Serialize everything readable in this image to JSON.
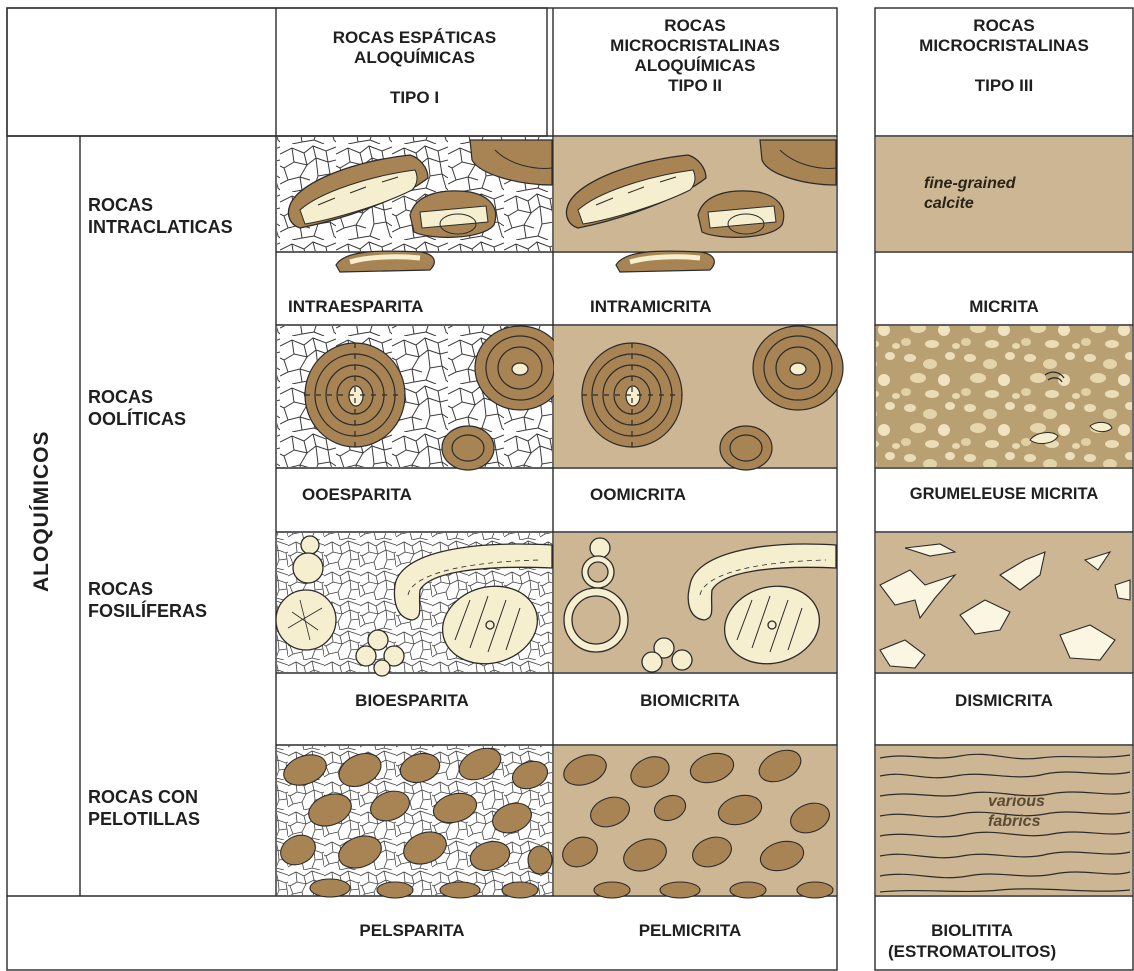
{
  "colors": {
    "matrix_micrite": "#cdb693",
    "grain_brown": "#a88455",
    "grain_cream": "#f6efcf",
    "spar_white": "#ffffff",
    "line": "#2b2b2b",
    "fossil_white": "#fbf6e2",
    "grumeleuse_bg": "#bba276"
  },
  "headers": {
    "tipo1": "ROCAS ESPÁTICAS\nALOQUÍMICAS\n\nTIPO I",
    "tipo2": "ROCAS\nMICROCRISTALINAS\nALOQUÍMICAS\nTIPO II",
    "tipo3": "ROCAS\nMICROCRISTALINAS\n\nTIPO III"
  },
  "group_label": "ALOQUÍMICOS",
  "rows": [
    {
      "label": "ROCAS\nINTRACLATICAS",
      "tipo1": "INTRAESPARITA",
      "tipo2": "INTRAMICRITA",
      "tipo3": "MICRITA"
    },
    {
      "label": "ROCAS\nOOLÍTICAS",
      "tipo1": "OOESPARITA",
      "tipo2": "OOMICRITA",
      "tipo3": "GRUMELEUSE MICRITA"
    },
    {
      "label": "ROCAS\nFOSILÍFERAS",
      "tipo1": "BIOESPARITA",
      "tipo2": "BIOMICRITA",
      "tipo3": "DISMICRITA"
    },
    {
      "label": "ROCAS CON\nPELOTILLAS",
      "tipo1": "PELSPARITA",
      "tipo2": "PELMICRITA",
      "tipo3": "BIOLITITA\n(ESTROMATOLITOS)"
    }
  ],
  "notes": {
    "fine_grained": "fine-grained\ncalcite",
    "various_fabrics": "various\nfabrics"
  }
}
